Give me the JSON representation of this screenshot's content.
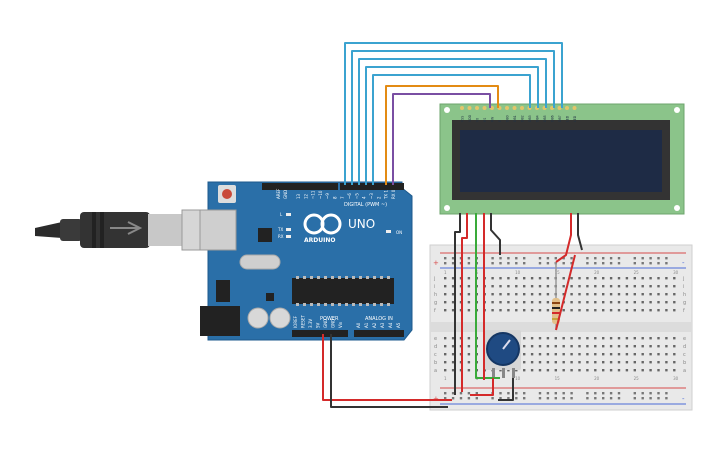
{
  "arduino": {
    "brand": "ARDUINO",
    "model": "UNO",
    "digital_label": "DIGITAL (PWM ~)",
    "power_label": "POWER",
    "analog_label": "ANALOG IN",
    "aref_label": "AREF",
    "gnd_label": "GND",
    "on_label": "ON",
    "tx_label": "TX",
    "rx_label": "RX",
    "l_label": "L",
    "digital_pins": [
      "13",
      "12",
      "~11",
      "~10",
      "~9",
      "8",
      "7",
      "~6",
      "~5",
      "4",
      "~3",
      "2",
      "TX 1",
      "RX 0"
    ],
    "power_pins": [
      "IOREF",
      "RESET",
      "3.3V",
      "5V",
      "GND",
      "GND",
      "Vin"
    ],
    "analog_pins": [
      "A0",
      "A1",
      "A2",
      "A3",
      "A4",
      "A5"
    ]
  },
  "lcd": {
    "pins": [
      "VSS",
      "VDD",
      "V0",
      "RS",
      "RW",
      "E",
      "DB0",
      "DB1",
      "DB2",
      "DB3",
      "DB4",
      "DB5",
      "DB6",
      "DB7",
      "LED",
      "LED"
    ]
  },
  "breadboard": {
    "row_letters_top": [
      "j",
      "i",
      "h",
      "g",
      "f"
    ],
    "row_letters_bottom": [
      "e",
      "d",
      "c",
      "b",
      "a"
    ],
    "column_numbers": [
      "1",
      "5",
      "10",
      "15",
      "20",
      "25",
      "30"
    ],
    "rail_plus": "+",
    "rail_minus": "-"
  },
  "colors": {
    "board": "#2a6fa8",
    "lcd_pcb": "#8bc48a",
    "lcd_screen": "#1e2b45",
    "wire_blue": "#3ba3d0",
    "wire_orange": "#e38b14",
    "wire_purple": "#7a4fa3",
    "wire_red": "#d42a2a",
    "wire_black": "#333333",
    "wire_green": "#3aaa3a"
  }
}
